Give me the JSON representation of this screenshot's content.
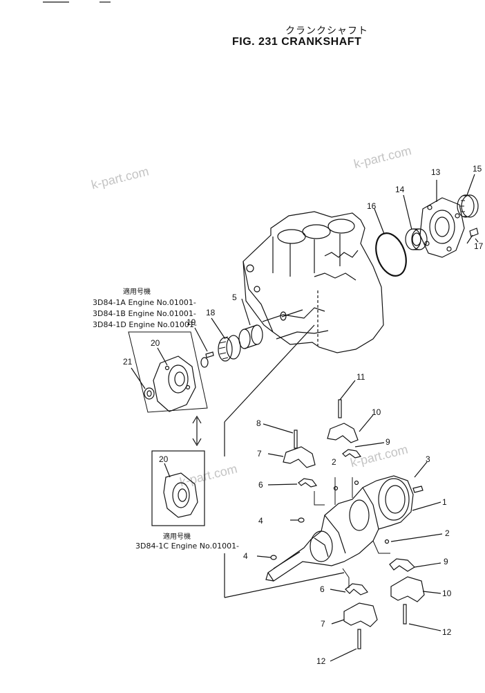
{
  "title": {
    "japanese": "クランクシャフト",
    "english": "FIG. 231 CRANKSHAFT"
  },
  "watermarks": [
    "k-part.com",
    "k-part.com",
    "k-part.com",
    "k-part.com"
  ],
  "callout_top": {
    "heading": "適用号機",
    "lines": [
      "3D84-1A Engine No.01001-",
      "3D84-1B Engine No.01001-",
      "3D84-1D Engine No.01001-"
    ]
  },
  "callout_bottom": {
    "heading": "適用号機",
    "lines": [
      "3D84-1C Engine No.01001-"
    ]
  },
  "part_numbers": [
    "1",
    "2",
    "2",
    "3",
    "4",
    "4",
    "5",
    "6",
    "6",
    "7",
    "7",
    "8",
    "9",
    "9",
    "10",
    "10",
    "11",
    "12",
    "12",
    "13",
    "14",
    "15",
    "16",
    "17",
    "18",
    "19",
    "20",
    "20",
    "21"
  ]
}
